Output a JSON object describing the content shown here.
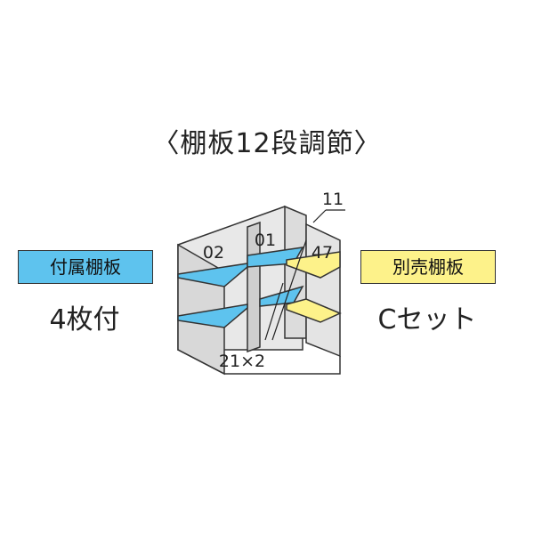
{
  "title": "〈棚板12段調節〉",
  "left": {
    "badge": "付属棚板",
    "badge_color": "#5ec3ee",
    "count": "4枚付"
  },
  "right": {
    "badge": "別売棚板",
    "badge_color": "#fdf28a",
    "count": "Cセット"
  },
  "diagram": {
    "labels": {
      "shelf_02": "02",
      "shelf_01": "01",
      "side_47": "47",
      "top_11": "11",
      "bottom_21": "21×2"
    },
    "colors": {
      "included_shelf": "#5ec3ee",
      "sold_shelf": "#fdf28a",
      "wall": "#d4d4d4",
      "back": "#e8e8e8"
    }
  }
}
